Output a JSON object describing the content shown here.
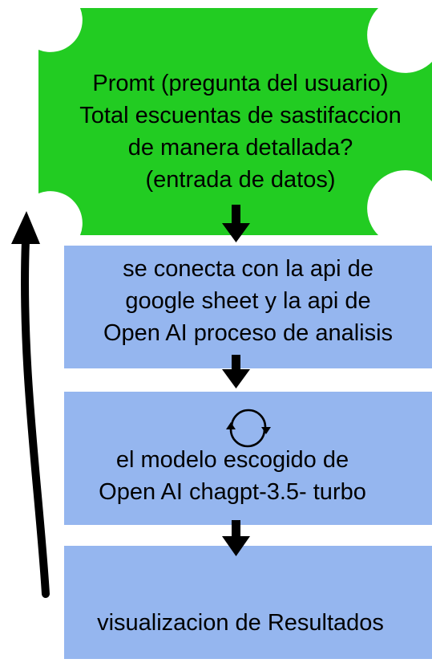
{
  "colors": {
    "start_fill": "#22cc22",
    "process_fill": "#95b6ef",
    "arrow": "#000000",
    "text": "#000000"
  },
  "nodes": {
    "start": {
      "lines": [
        "Promt (pregunta del usuario)",
        "Total escuentas de sastifaccion",
        "de manera detallada?",
        "(entrada de datos)"
      ]
    },
    "connect": {
      "lines": [
        "se conecta con la api de",
        "google sheet y la api de",
        "Open AI proceso de analisis"
      ]
    },
    "model": {
      "icon": "refresh-cycle-icon",
      "lines": [
        "el modelo escogido de",
        "Open AI chagpt-3.5- turbo"
      ]
    },
    "results": {
      "lines": [
        "visualizacion de Resultados"
      ]
    }
  }
}
